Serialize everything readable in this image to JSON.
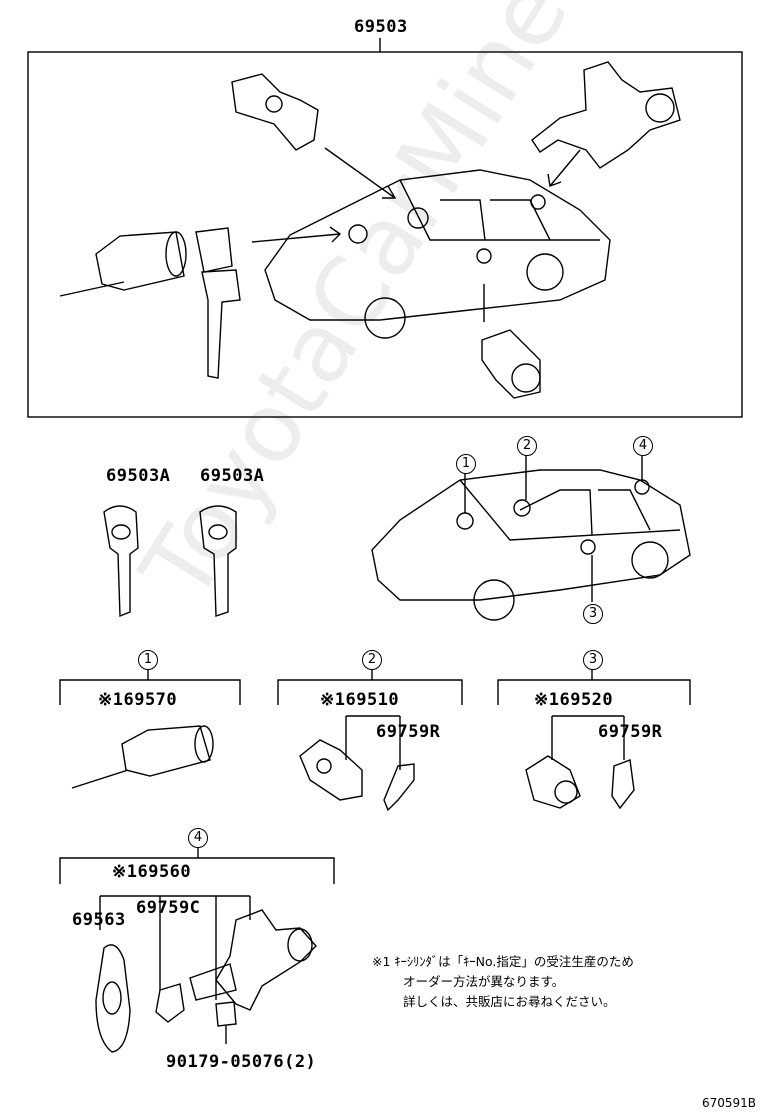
{
  "watermark": "ToyotaCarMine.ru",
  "top": {
    "part": "69503"
  },
  "keys": {
    "left": "69503A",
    "right": "69503A"
  },
  "locations": {
    "c1": "1",
    "c2": "2",
    "c3": "3",
    "c4": "4"
  },
  "group1": {
    "num": "1",
    "part": "※169570"
  },
  "group2": {
    "num": "2",
    "part": "※169510",
    "sub": "69759R"
  },
  "group3": {
    "num": "3",
    "part": "※169520",
    "sub": "69759R"
  },
  "group4": {
    "num": "4",
    "part": "※169560",
    "plate": "69563",
    "sub": "69759C",
    "bolt": "90179-05076(2)"
  },
  "note": {
    "line1": "※1 ｷｰｼﾘﾝﾀﾞは「ｷｰNo.指定」の受注生産のため",
    "line2": "オーダー方法が異なります。",
    "line3": "詳しくは、共販店にお尋ねください。"
  },
  "diagram_id": "670591B"
}
